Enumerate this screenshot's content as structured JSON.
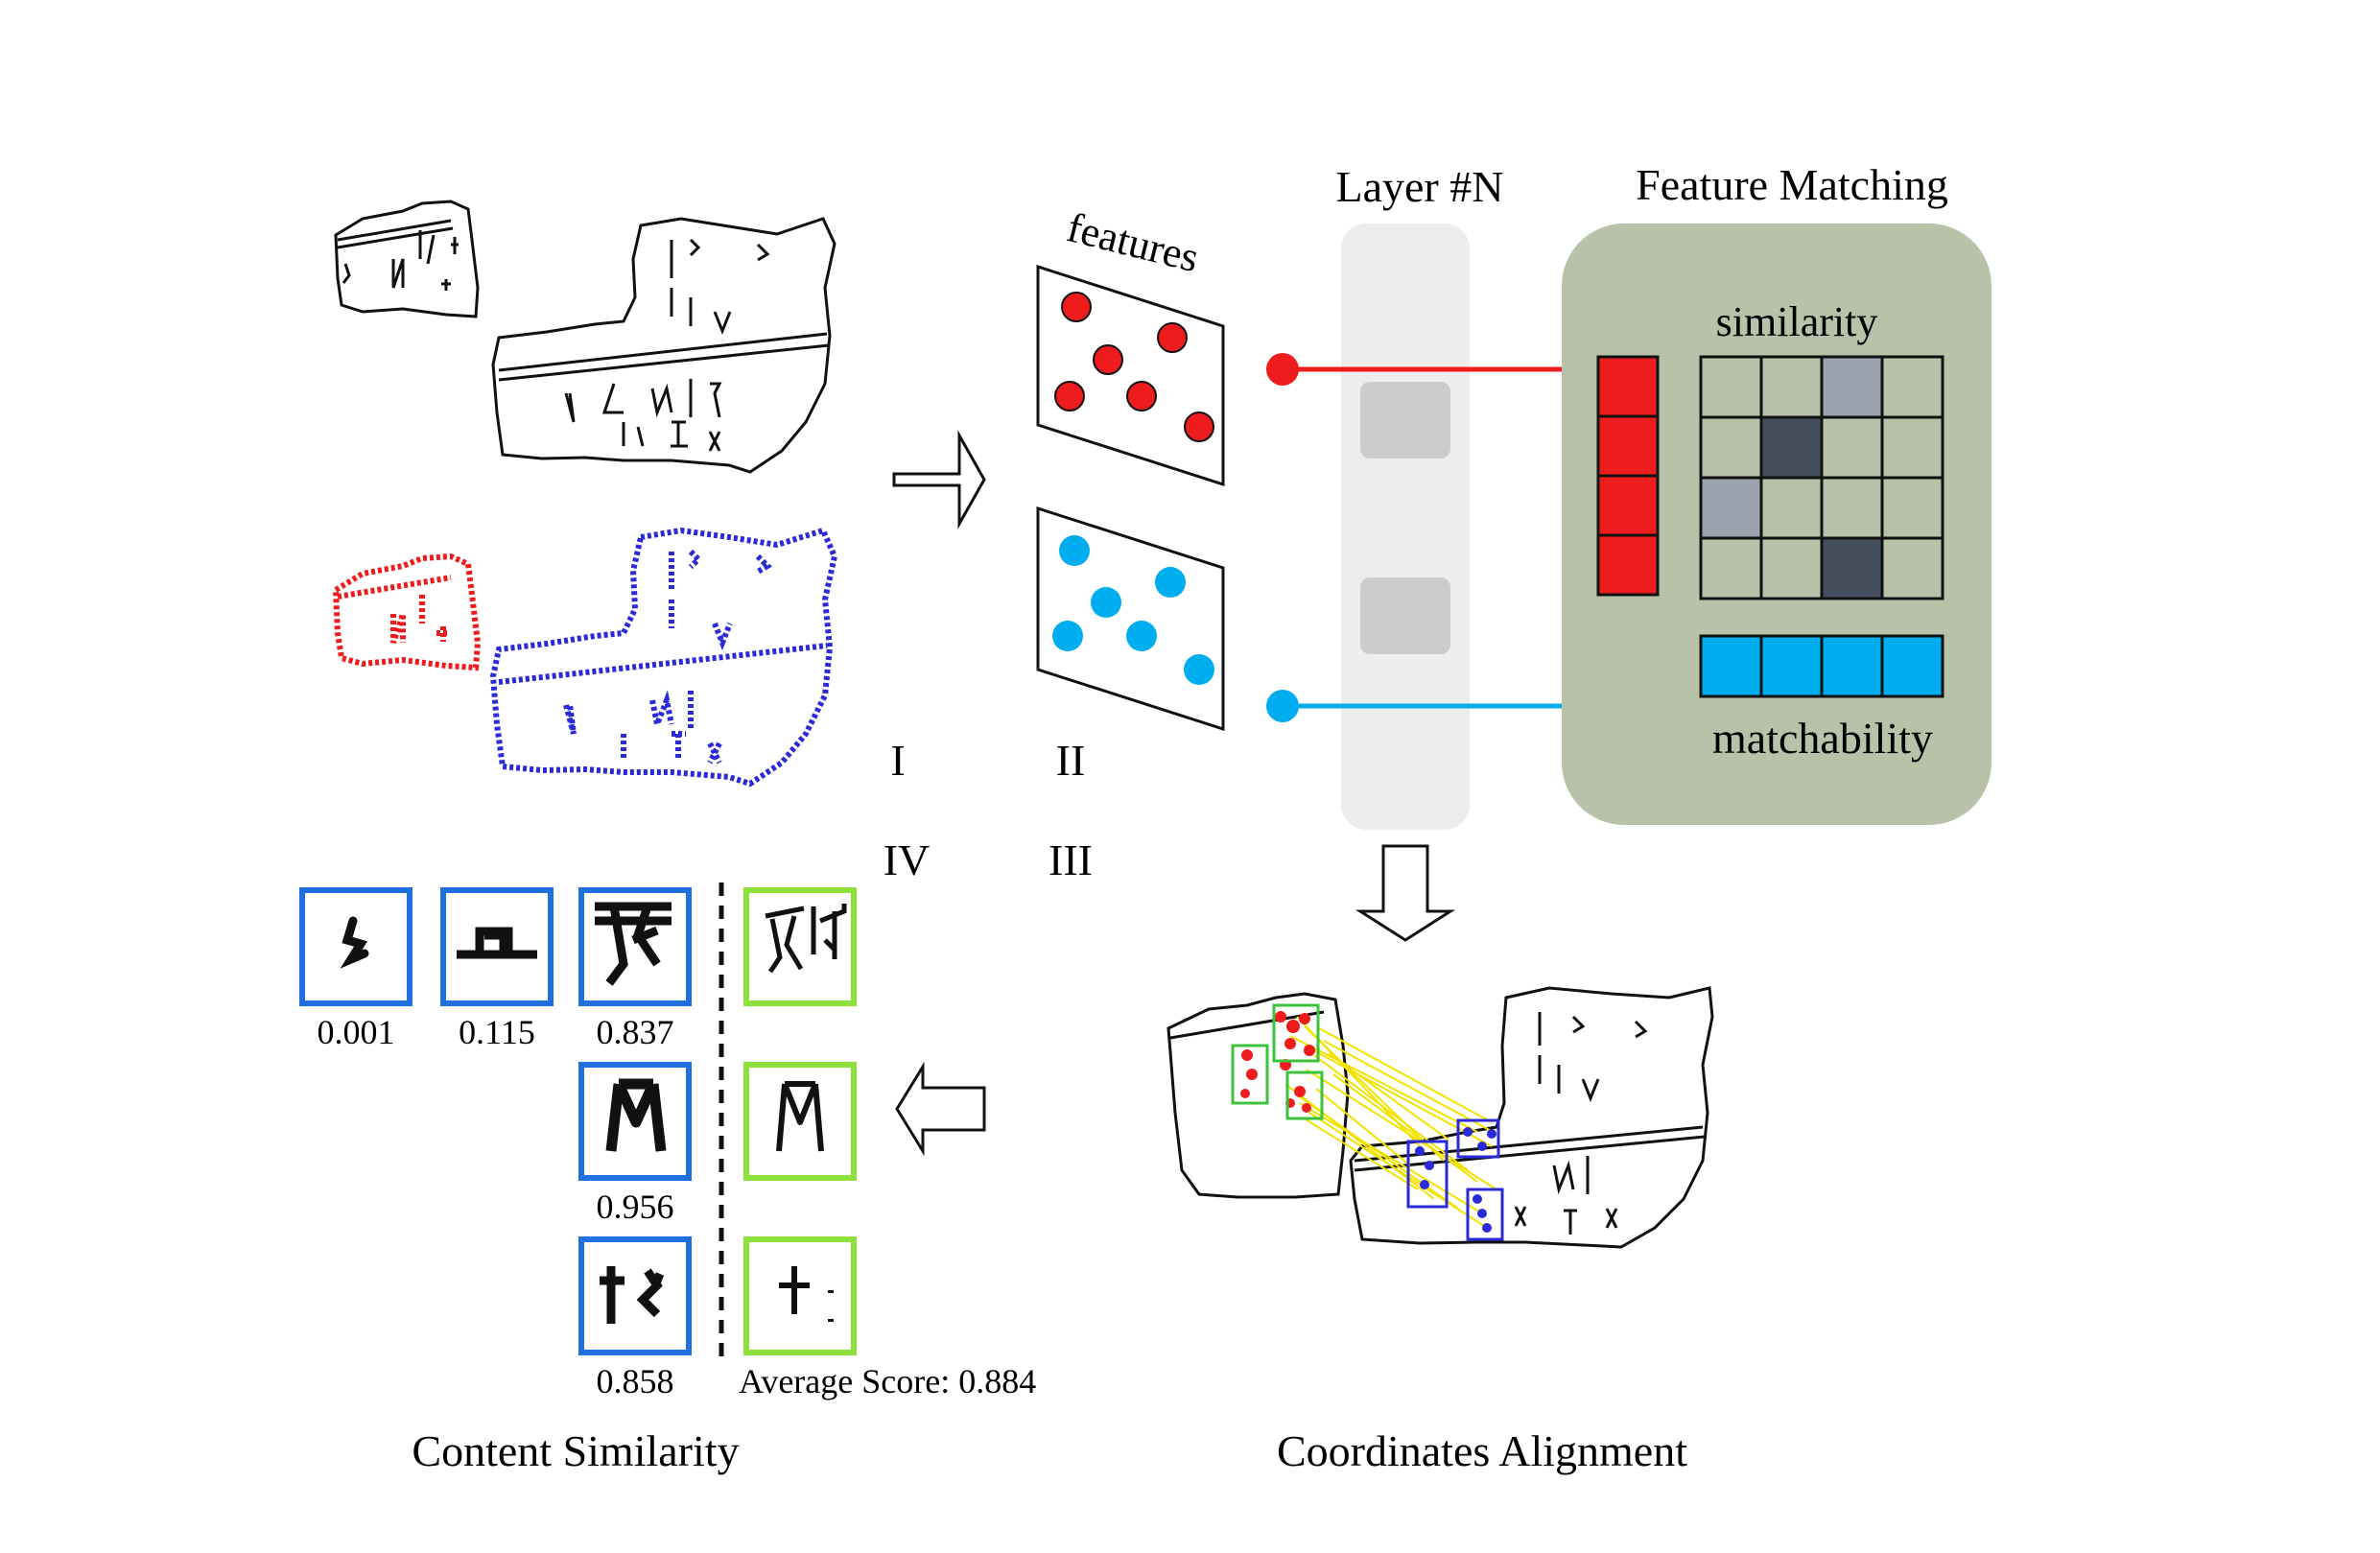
{
  "labels": {
    "layer": "Layer #N",
    "feature_matching": "Feature Matching",
    "features": "features",
    "similarity": "similarity",
    "matchability": "matchability",
    "step_1": "I",
    "step_2": "II",
    "step_3": "III",
    "step_4": "IV",
    "content_similarity": "Content Similarity",
    "coordinates_alignment": "Coordinates Alignment",
    "average_score": "Average Score: 0.884"
  },
  "scores": [
    "0.001",
    "0.115",
    "0.837",
    "0.956",
    "0.858"
  ],
  "colors": {
    "red": "#ee1c1c",
    "cyan": "#00aeef",
    "panel_green": "#b7c2a9",
    "layer_gray": "#eeeded",
    "block_gray": "#cccccc",
    "blue_box": "#1f6fe0",
    "green_box": "#8ee03a",
    "blue_trace": "#2a2ad8",
    "yellow_lines": "#f2e200"
  },
  "similarity_grid": [
    [
      "light",
      "light",
      "mid",
      "light"
    ],
    [
      "light",
      "dark",
      "light",
      "light"
    ],
    [
      "mid",
      "light",
      "light",
      "light"
    ],
    [
      "light",
      "light",
      "dark",
      "light"
    ]
  ]
}
